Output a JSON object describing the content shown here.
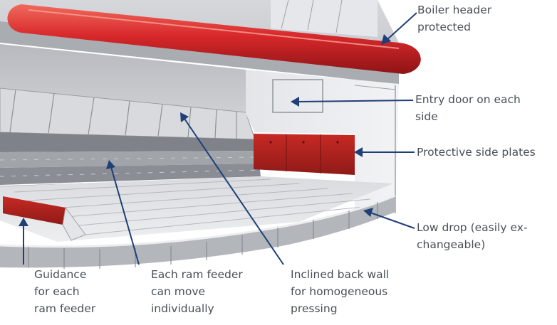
{
  "labels": {
    "boiler_header": "Boiler header\nprotected",
    "entry_door": "Entry door on each\nside",
    "side_plates": "Protective side plates",
    "low_drop": "Low drop (easily ex-\nchangeable)",
    "guidance": "Guidance\nfor each\nram feeder",
    "ram_feeder": "Each ram feeder\ncan move\nindividually",
    "back_wall": "Inclined back wall\nfor homogeneous\npressing"
  },
  "colors": {
    "arrow": "#1f3f78",
    "text": "#4a4f57",
    "header_red": "#d5282c",
    "plate_red": "#b3221f",
    "steel_light": "#e8e9ec",
    "steel_mid": "#c4c6cb",
    "steel_dark": "#8c8f95"
  }
}
